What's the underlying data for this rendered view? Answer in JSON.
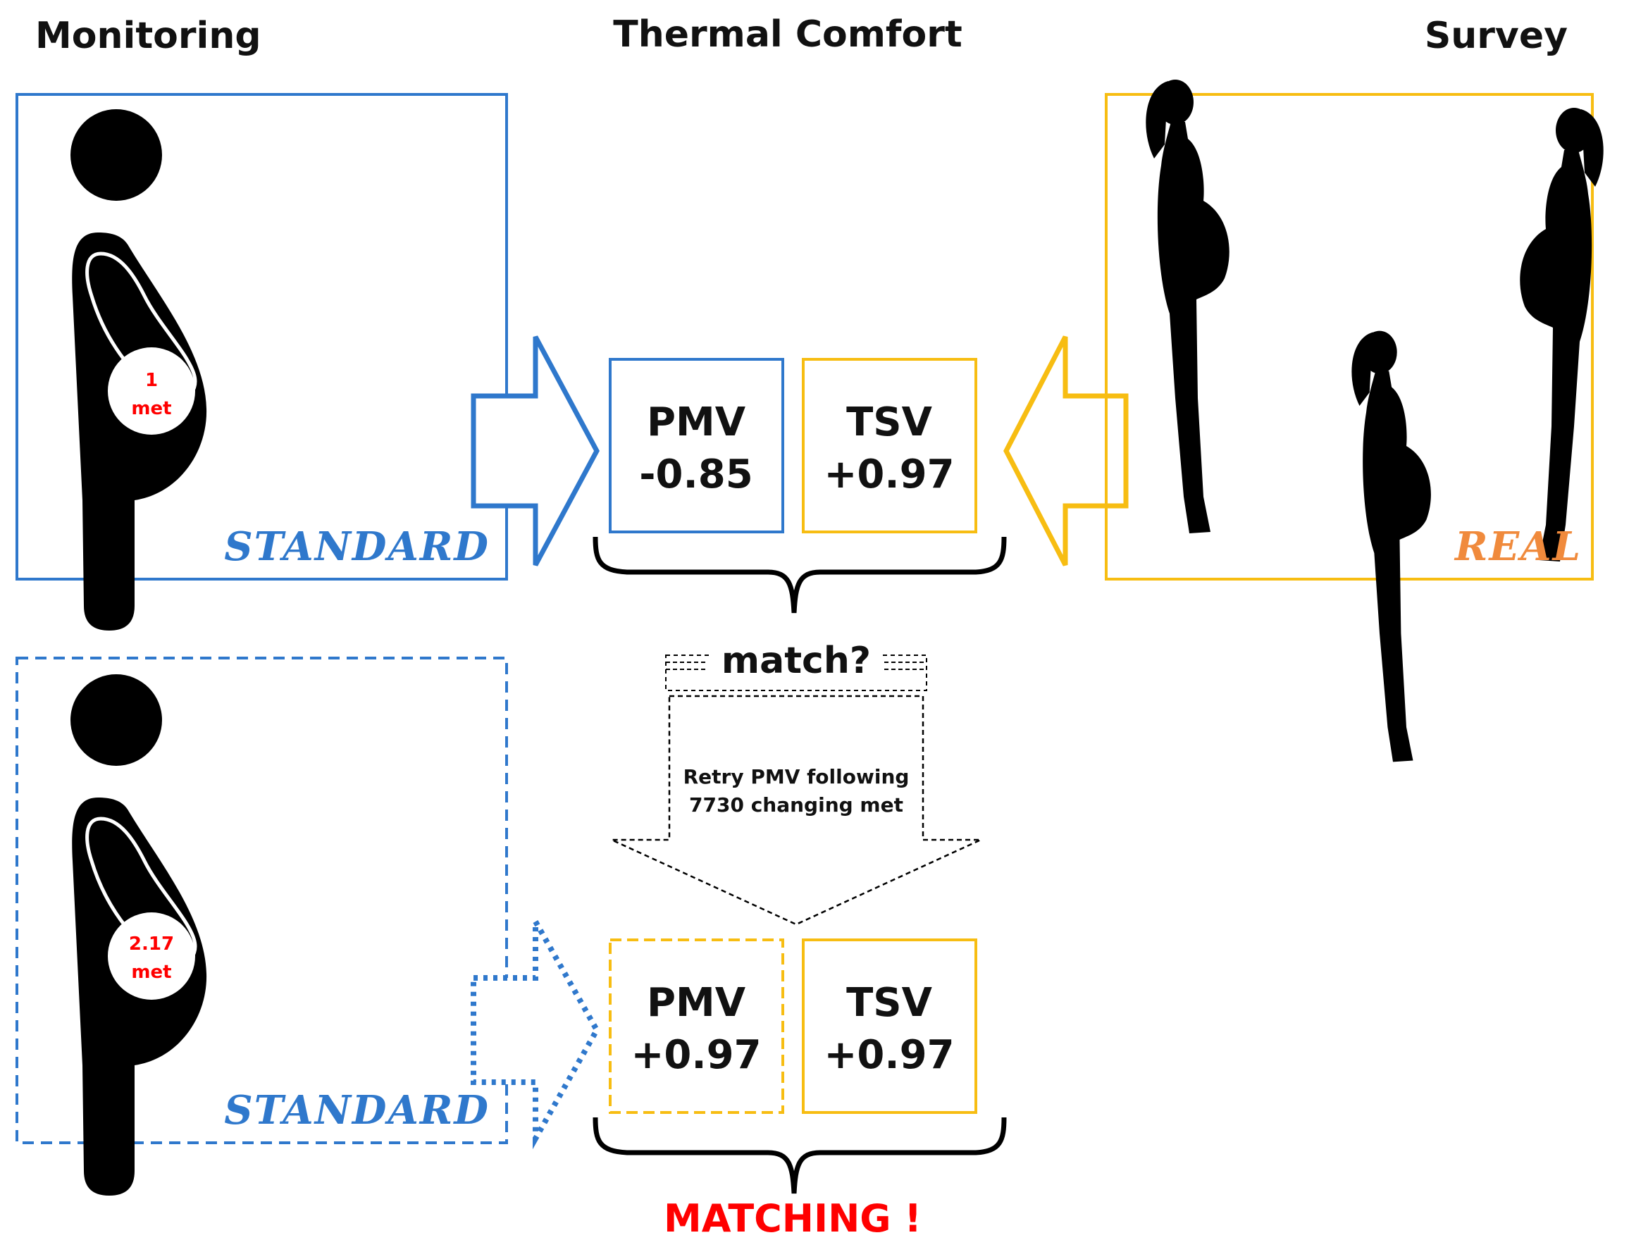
{
  "headers": {
    "monitoring": "Monitoring",
    "thermal_comfort": "Thermal Comfort",
    "survey": "Survey"
  },
  "standard_panel": {
    "met_value": "1",
    "met_unit": "met",
    "label": "STANDARD"
  },
  "real_panel": {
    "label": "REAL"
  },
  "initial_result": {
    "pmv_label": "PMV",
    "pmv_value": "-0.85",
    "tsv_label": "TSV",
    "tsv_value": "+0.97"
  },
  "match_question": "match?",
  "retry_text": {
    "line1": "Retry PMV following",
    "line2": "7730 changing met"
  },
  "adjusted_panel": {
    "met_value": "2.17",
    "met_unit": "met",
    "label": "STANDARD"
  },
  "final_result": {
    "pmv_label": "PMV",
    "pmv_value": "+0.97",
    "tsv_label": "TSV",
    "tsv_value": "+0.97"
  },
  "conclusion": "MATCHING !",
  "colors": {
    "blue": "#2f78cc",
    "yellow": "#f7bd12",
    "orange": "#f08a3c",
    "red": "#ff0000",
    "black": "#000000"
  }
}
